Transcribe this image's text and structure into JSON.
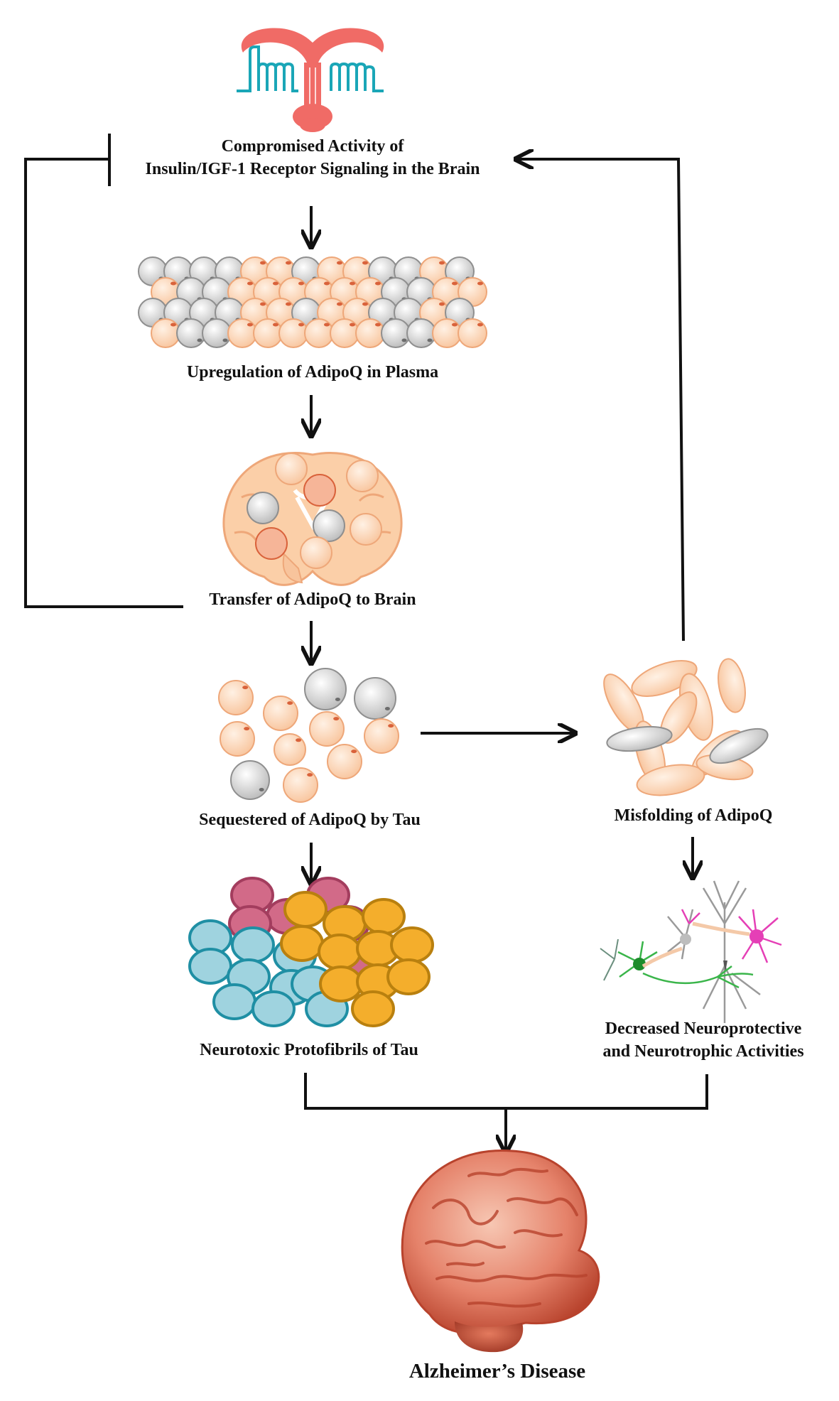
{
  "title": "",
  "nodes": {
    "receptor": {
      "line1": "Compromised  Activity of",
      "line2": "Insulin/IGF-1 Receptor Signaling in the Brain",
      "icon": "insulin-igf1-receptor-icon"
    },
    "plasma": {
      "label": "Upregulation of AdipoQ in Plasma",
      "icon": "adipocyte-tissue-icon"
    },
    "brain_transfer": {
      "label": "Transfer of AdipoQ to Brain",
      "icon": "coronal-brain-section-icon"
    },
    "sequestered": {
      "label": "Sequestered of AdipoQ by Tau",
      "icon": "scattered-adipoq-cells-icon"
    },
    "misfolding": {
      "label": "Misfolding of  AdipoQ",
      "icon": "misfolded-elongated-cells-icon"
    },
    "protofibrils": {
      "label": "Neurotoxic Protofibrils of Tau",
      "icon": "tau-protofibril-cluster-icon"
    },
    "neuro": {
      "line1": "Decreased Neuroprotective",
      "line2": "and Neurotrophic Activities",
      "icon": "neurons-icon"
    },
    "disease": {
      "label": "Alzheimer’s Disease",
      "icon": "human-brain-icon"
    }
  },
  "colors": {
    "line": "#111111",
    "receptor_red": "#f06b66",
    "receptor_teal": "#1aa6b7",
    "adipocyte_fill": "#fbd7b8",
    "adipocyte_stroke": "#eea779",
    "adipocyte_nucleus": "#d9623b",
    "grey_cell_fill": "#d8d8d8",
    "grey_cell_stroke": "#8f8f8f",
    "brain_section": "#fbcfa8",
    "tau_blue": "#9fd3df",
    "tau_blue_stroke": "#1f8fa4",
    "tau_gold": "#f4ae2c",
    "tau_gold_stroke": "#b9800f",
    "tau_rose": "#c45778",
    "brain_red": "#d9553f",
    "brain_light": "#f3b49d"
  }
}
